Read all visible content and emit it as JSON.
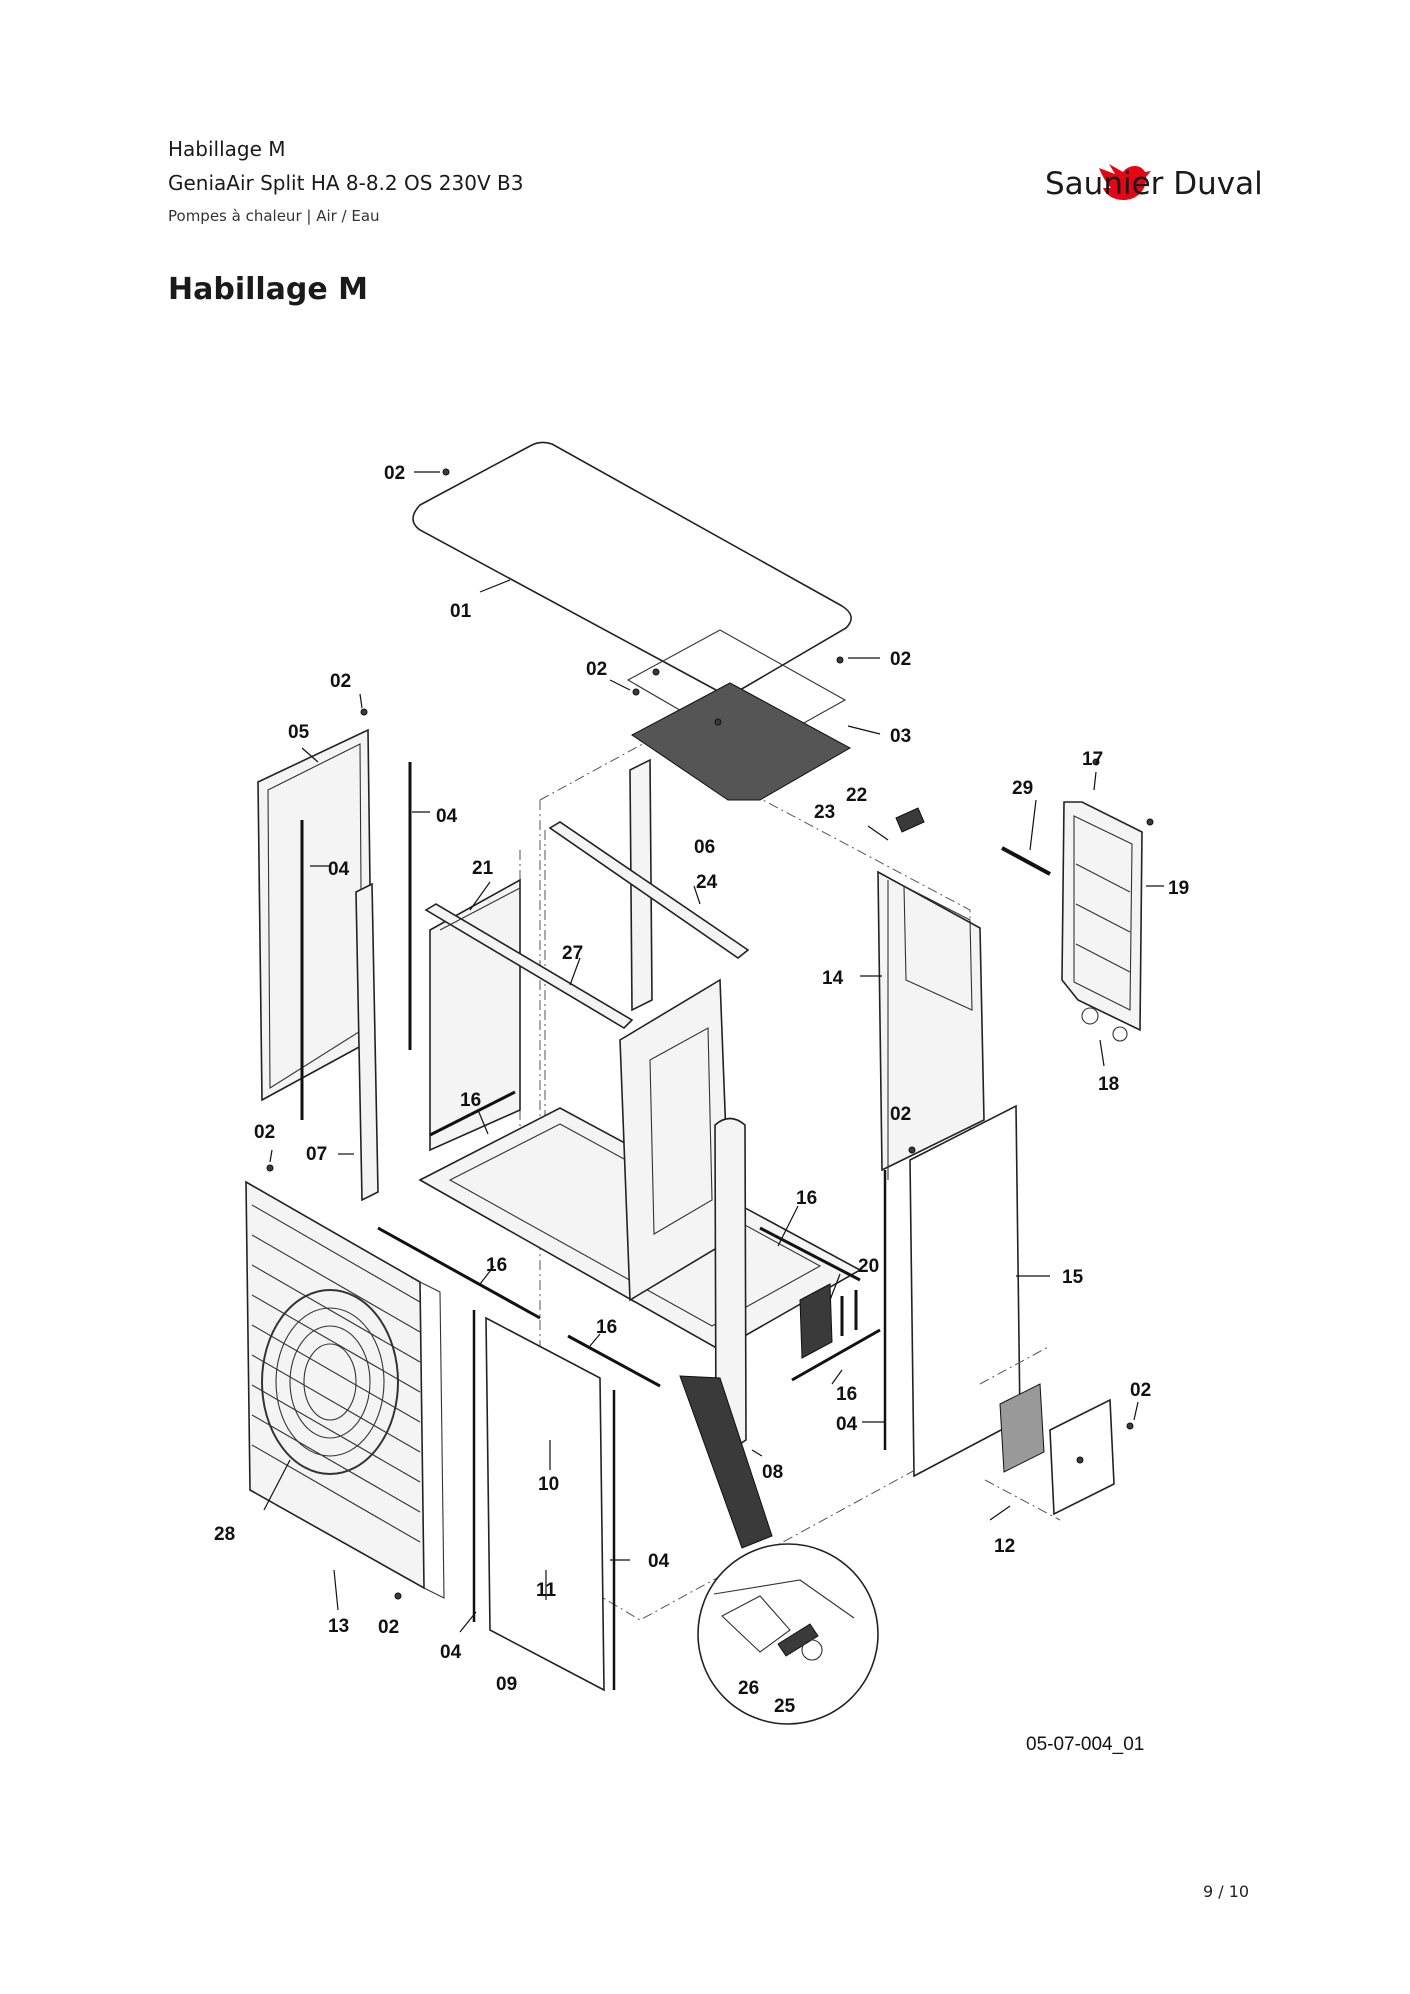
{
  "header": {
    "line1": "Habillage M",
    "line2": "GeniaAir Split HA 8-8.2 OS 230V B3",
    "line3": "Pompes à chaleur | Air / Eau"
  },
  "brand": {
    "name": "Saunier Duval",
    "color": "#e30613"
  },
  "page_title": "Habillage M",
  "diagram": {
    "labels": [
      "01",
      "02",
      "03",
      "04",
      "05",
      "06",
      "07",
      "08",
      "09",
      "10",
      "11",
      "12",
      "13",
      "14",
      "15",
      "16",
      "17",
      "18",
      "19",
      "20",
      "21",
      "22",
      "23",
      "24",
      "25",
      "26",
      "27",
      "28",
      "29"
    ],
    "reference": "05-07-004_01"
  },
  "page_number": "9 / 10"
}
